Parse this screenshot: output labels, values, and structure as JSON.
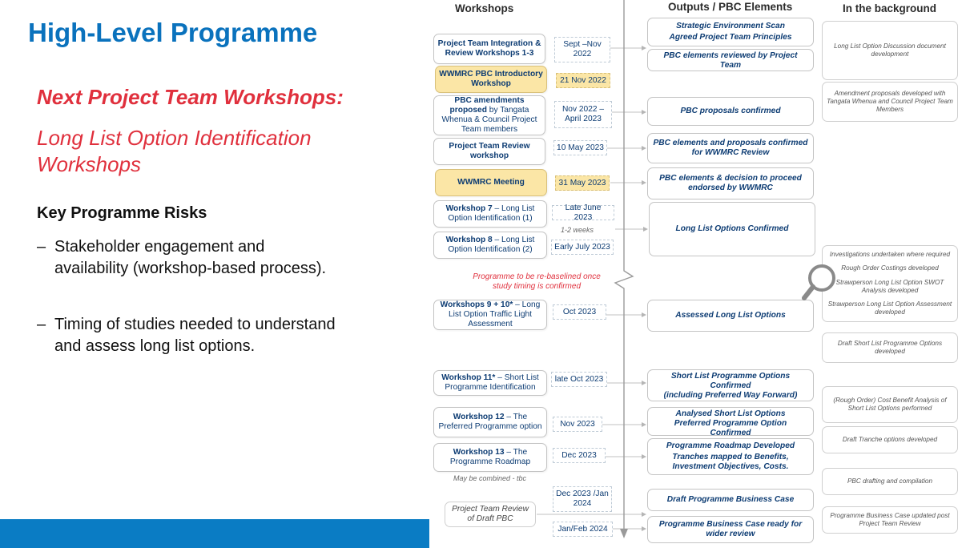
{
  "slide": {
    "title": "High-Level Programme",
    "next_heading": "Next Project Team Workshops:",
    "next_subheading": "Long List Option Identification Workshops",
    "risks_heading": "Key Programme Risks",
    "risks": [
      "Stakeholder engagement and availability (workshop-based process).",
      "Timing of studies needed to understand and assess long list options."
    ]
  },
  "diagram": {
    "columns": {
      "workshops": "Workshops",
      "outputs": "Outputs / PBC Elements",
      "background": "In the background"
    },
    "workshops": [
      {
        "bold": "Project Team Integration & Review Workshops 1-3",
        "rest": "",
        "date": "Sept –Nov 2022",
        "yellow": false
      },
      {
        "bold": "WWMRC PBC Introductory Workshop",
        "rest": "",
        "date": "21 Nov 2022",
        "yellow": true
      },
      {
        "bold": "PBC amendments proposed",
        "rest": " by Tangata Whenua & Council Project Team members",
        "date": "Nov 2022 – April 2023",
        "yellow": false
      },
      {
        "bold": "Project Team Review workshop",
        "rest": "",
        "date": "10 May 2023",
        "yellow": false
      },
      {
        "bold": "WWMRC Meeting",
        "rest": "",
        "date": "31 May 2023",
        "yellow": true
      },
      {
        "bold": "Workshop 7",
        "rest": " – Long List Option Identification (1)",
        "date": "Late June 2023",
        "yellow": false
      },
      {
        "bold": "Workshop 8",
        "rest": " – Long List Option Identification (2)",
        "date": "Early July 2023",
        "yellow": false
      },
      {
        "bold": "Workshops 9 + 10*",
        "rest": " – Long List Option Traffic Light Assessment",
        "date": "Oct 2023",
        "yellow": false
      },
      {
        "bold": "Workshop 11*",
        "rest": " – Short List Programme Identification",
        "date": "late Oct 2023",
        "yellow": false
      },
      {
        "bold": "Workshop 12",
        "rest": " – The Preferred Programme option",
        "date": "Nov 2023",
        "yellow": false
      },
      {
        "bold": "Workshop 13",
        "rest": " – The Programme Roadmap",
        "date": "Dec 2023",
        "yellow": false
      },
      {
        "bold": "",
        "rest": "Project Team Review of Draft PBC",
        "date": "Dec 2023 /Jan 2024",
        "yellow": false,
        "plain": true
      },
      {
        "bold": "",
        "rest": "",
        "date": "Jan/Feb 2024",
        "yellow": false
      }
    ],
    "notes": {
      "weeks": "1-2 weeks",
      "rebaseline": "Programme to be re-baselined once study timing is confirmed",
      "combined": "May be combined - tbc"
    },
    "outputs": [
      {
        "lines": [
          "Strategic Environment Scan",
          "Agreed Project Team Principles"
        ]
      },
      {
        "lines": [
          "PBC elements reviewed by Project Team"
        ]
      },
      {
        "lines": [
          "PBC proposals confirmed"
        ]
      },
      {
        "lines": [
          "PBC elements and proposals confirmed for WWMRC Review"
        ]
      },
      {
        "lines": [
          "PBC elements & decision to proceed endorsed by WWMRC"
        ]
      },
      {
        "lines": [
          "Long List Options Confirmed"
        ]
      },
      {
        "lines": [
          "Assessed Long List Options"
        ]
      },
      {
        "lines": [
          "Short List  Programme Options Confirmed",
          "(including Preferred Way Forward)"
        ]
      },
      {
        "lines": [
          "Analysed Short List Options",
          "Preferred Programme Option Confirmed"
        ]
      },
      {
        "lines": [
          "Programme Roadmap Developed",
          "Tranches mapped to Benefits, Investment Objectives, Costs."
        ]
      },
      {
        "lines": [
          "Draft Programme Business Case"
        ]
      },
      {
        "lines": [
          "Programme Business Case ready for wider review"
        ]
      }
    ],
    "background": [
      {
        "lines": [
          "Long List Option Discussion document development"
        ]
      },
      {
        "lines": [
          "Amendment proposals developed with Tangata Whenua and Council Project Team Members"
        ]
      },
      {
        "lines": [
          "Investigations undertaken where required",
          "Rough Order Costings developed",
          "Strawperson Long List Option SWOT Analysis developed",
          "Strawperson Long List Option Assessment developed"
        ]
      },
      {
        "lines": [
          "Draft Short List Programme Options developed"
        ]
      },
      {
        "lines": [
          "(Rough Order) Cost Benefit Analysis of Short List Options performed"
        ]
      },
      {
        "lines": [
          "Draft Tranche options developed"
        ]
      },
      {
        "lines": [
          "PBC drafting and compilation"
        ]
      },
      {
        "lines": [
          "Programme Business Case updated post Project Team Review"
        ]
      }
    ]
  }
}
